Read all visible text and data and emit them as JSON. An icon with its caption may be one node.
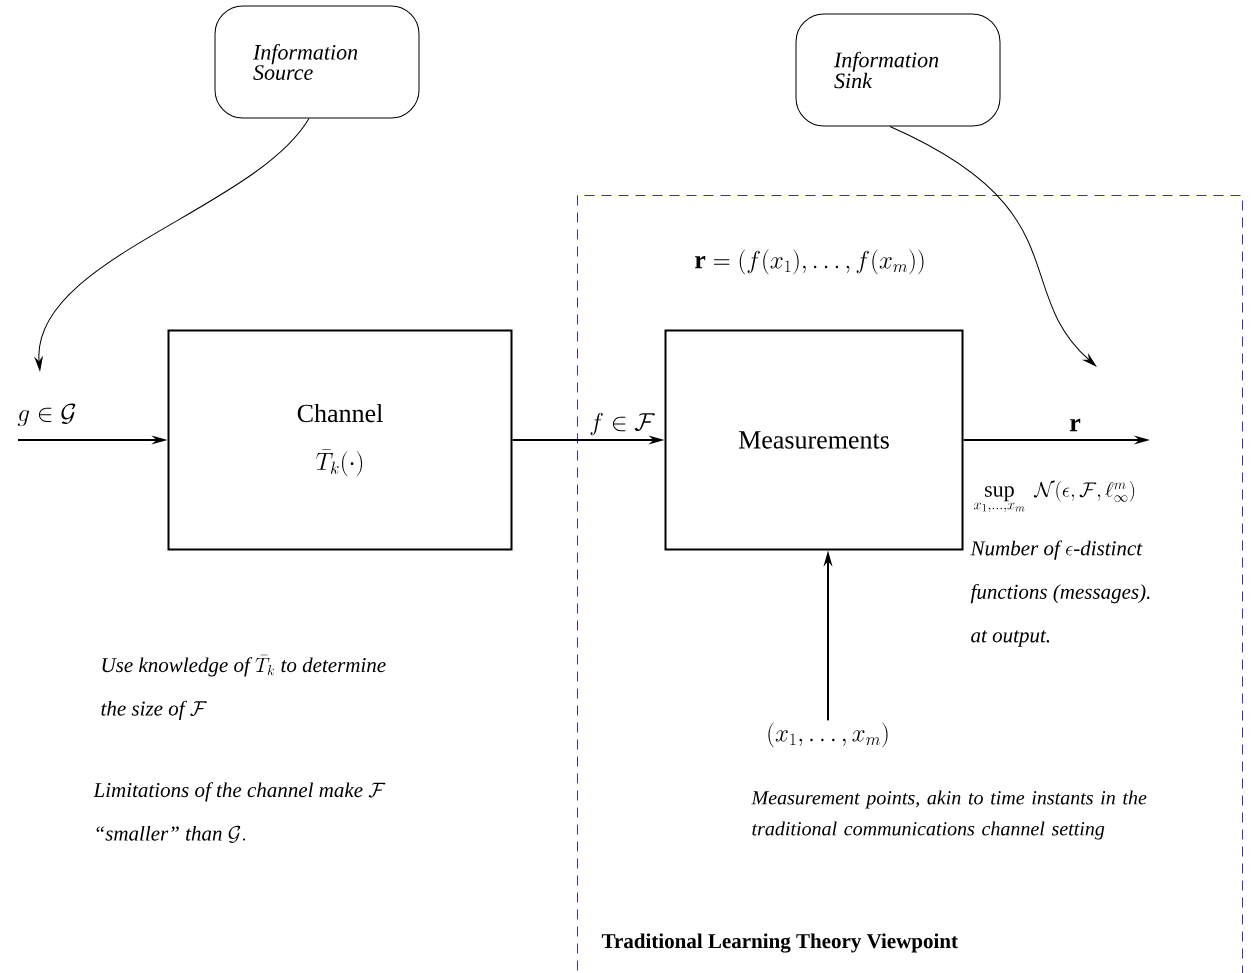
{
  "diagram": {
    "nodes": [
      {
        "text": [
          "Information Source"
        ]
      },
      {
        "text": [
          "Information Sink"
        ]
      },
      {
        "text": [
          "Traditional Learning Theory Viewpoint"
        ]
      },
      {
        "text": [
          "Channel",
          "\\bar{T}_k(\\cdot)"
        ]
      },
      {
        "text": [
          "Measurements"
        ],
        "in": 2
      },
      {
        "text": [
          "(x_1,\\ldots,x_m)"
        ],
        "in": 2
      }
    ],
    "edges": [
      {
        "from": 0,
        "to": null,
        "arrow": "to"
      },
      {
        "from": 1,
        "to": null,
        "arrow": "to"
      },
      {
        "from": null,
        "to": 3,
        "arrow": "to",
        "label": "g \\in \\mathcal{G}"
      },
      {
        "from": 3,
        "to": 4,
        "arrow": "to",
        "label": "f \\in \\mathcal{F}"
      },
      {
        "from": 4,
        "to": null,
        "arrow": "to",
        "label": "\\mathbf{r}"
      },
      {
        "from": 5,
        "to": 4,
        "arrow": "to"
      }
    ],
    "labels": [
      "\\mathbf{r} = (f(x_1),\\ldots,f(x_m))",
      "\\sup\\limits_{x_1,\\ldots,x_m}\\;\\mathcal{N}(\\epsilon,\\mathcal{F},\\ell_\\infty^m)",
      "\\begin{array}{l}\\textit{Number of }\\epsilon\\textit{-distinct}\\\\ \\textit{functions (messages).}\\\\ \\textit{at output.}\\end{array}",
      "\\begin{array}{l}\\textit{Use knowledge of }\\bar{T}_k\\textit{ to determine}\\\\ \\textit{the size of }\\mathcal{F}\\end{array}",
      "\\begin{array}{l}\\textit{Limitations of the channel make }\\mathcal{F}\\\\ \\textit{``smaller'' than }\\mathcal{G}.\\end{array}",
      "Measurement points, akin to time instants in the traditional communications channel setting"
    ]
  }
}
